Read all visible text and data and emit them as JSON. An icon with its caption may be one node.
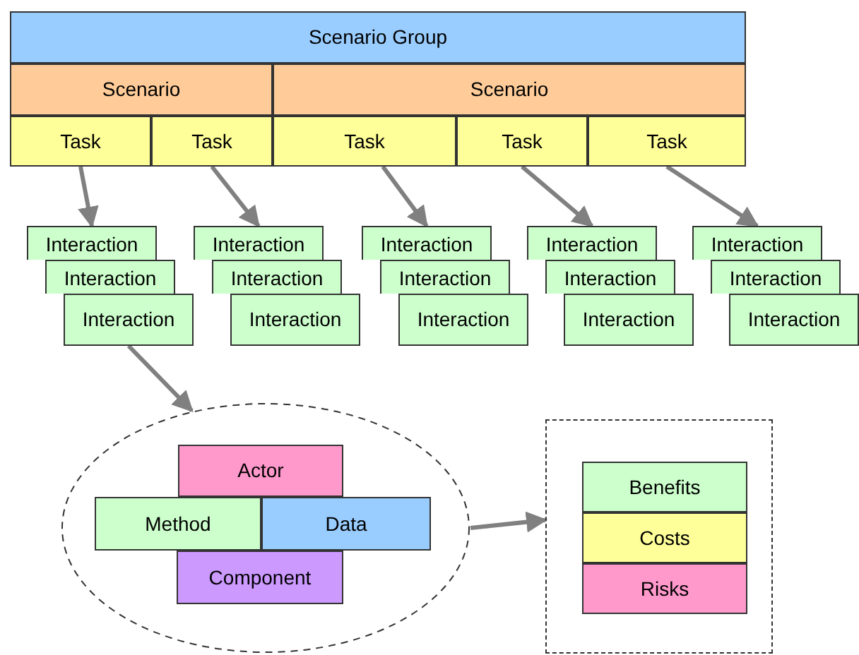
{
  "diagram": {
    "nodes": [
      {
        "text": [
          "Scenario Group"
        ]
      },
      {
        "text": [
          "Scenario"
        ]
      },
      {
        "text": [
          "Scenario"
        ]
      },
      {
        "text": [
          "Task"
        ]
      },
      {
        "text": [
          "Task"
        ]
      },
      {
        "text": [
          "Task"
        ]
      },
      {
        "text": [
          "Task"
        ]
      },
      {
        "text": [
          "Task"
        ]
      },
      {
        "text": [
          "Interaction"
        ]
      },
      {
        "text": [
          "Interaction"
        ]
      },
      {
        "text": [
          "Interaction"
        ]
      },
      {
        "text": [
          "Interaction"
        ]
      },
      {
        "text": [
          "Interaction"
        ]
      },
      {
        "text": [
          "Interaction"
        ]
      },
      {
        "text": [
          "Interaction"
        ]
      },
      {
        "text": [
          "Interaction"
        ]
      },
      {
        "text": [
          "Interaction"
        ]
      },
      {
        "text": [
          "Interaction"
        ]
      },
      {
        "text": [
          "Interaction"
        ]
      },
      {
        "text": [
          "Interaction"
        ]
      },
      {
        "text": [
          "Interaction"
        ]
      },
      {
        "text": [
          "Interaction"
        ]
      },
      {
        "text": [
          "Interaction"
        ]
      },
      {
        "text": [],
        "shape": "ellipse"
      },
      {
        "text": [
          "Actor"
        ],
        "in": 23
      },
      {
        "text": [
          "Method"
        ],
        "in": 23
      },
      {
        "text": [
          "Data"
        ],
        "in": 23
      },
      {
        "text": [
          "Component"
        ],
        "in": 23
      },
      {
        "text": [],
        "shape": "box"
      },
      {
        "text": [
          "Benefits"
        ],
        "in": 28
      },
      {
        "text": [
          "Costs"
        ],
        "in": 28
      },
      {
        "text": [
          "Risks"
        ],
        "in": 28
      }
    ],
    "edges": [
      {
        "from": 3,
        "to": 8,
        "arrow": "to"
      },
      {
        "from": 4,
        "to": 11,
        "arrow": "to"
      },
      {
        "from": 5,
        "to": 14,
        "arrow": "to"
      },
      {
        "from": 6,
        "to": 17,
        "arrow": "to"
      },
      {
        "from": 7,
        "to": 20,
        "arrow": "to"
      },
      {
        "from": 10,
        "to": 23,
        "arrow": "to"
      },
      {
        "from": 23,
        "to": 28,
        "arrow": "to"
      }
    ]
  }
}
